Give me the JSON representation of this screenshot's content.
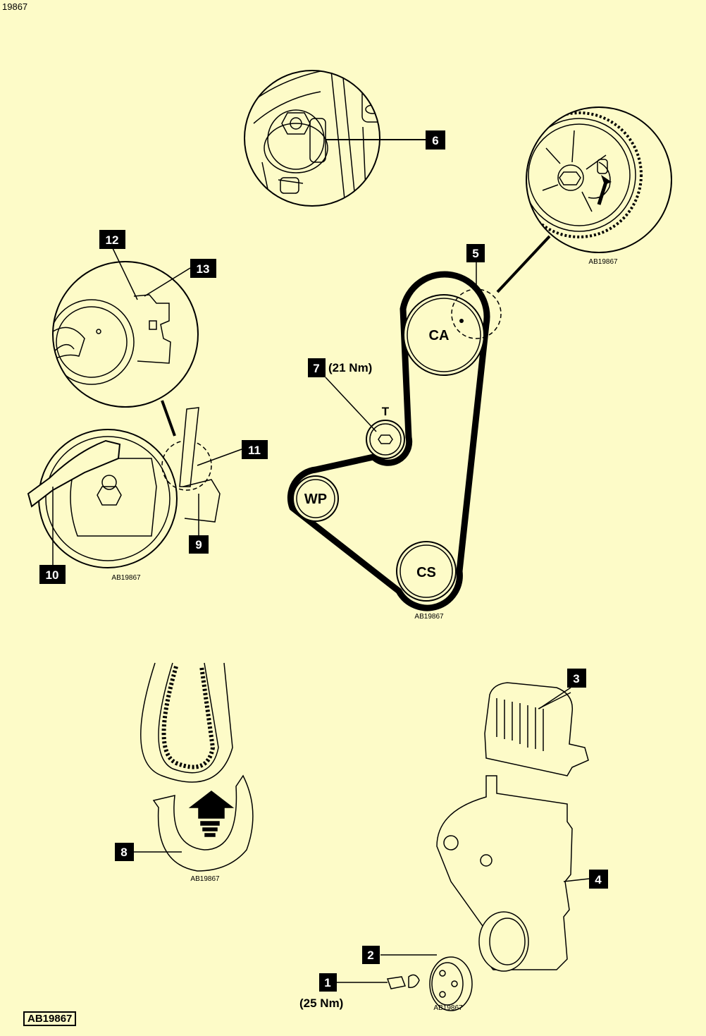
{
  "header": {
    "figure_number": "19867"
  },
  "footer": {
    "code": "AB19867"
  },
  "ref_code": "AB19867",
  "callouts": {
    "c1": "1",
    "c2": "2",
    "c3": "3",
    "c4": "4",
    "c5": "5",
    "c6": "6",
    "c7": "7",
    "c8": "8",
    "c9": "9",
    "c10": "10",
    "c11": "11",
    "c12": "12",
    "c13": "13"
  },
  "torques": {
    "t1": "(25 Nm)",
    "t7": "(21 Nm)"
  },
  "pulleys": {
    "ca": "CA",
    "t": "T",
    "wp": "WP",
    "cs": "CS"
  },
  "colors": {
    "background": "#fdfbc8",
    "ink": "#000000",
    "callout_bg": "#000000",
    "callout_text": "#ffffff"
  }
}
